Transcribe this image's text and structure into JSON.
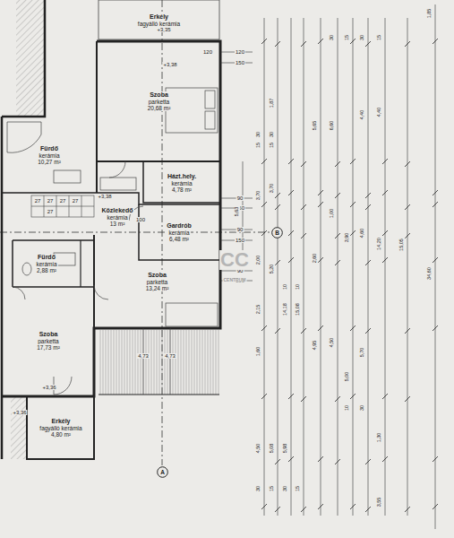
{
  "diagram": {
    "nodes": [
      {
        "text": [
          "Erkély",
          "fagyálló kerámia"
        ]
      },
      {
        "text": [
          "Szoba",
          "parketta",
          "20,68 m²"
        ]
      },
      {
        "text": [
          "Fürdő",
          "kerámia",
          "10,27 m²"
        ]
      },
      {
        "text": [
          "Házt.hely.",
          "kerámia",
          "4,78 m²"
        ]
      },
      {
        "text": [
          "Közlekedő",
          "kerámia",
          "13 m²"
        ]
      },
      {
        "text": [
          "Gardrób",
          "kerámia",
          "6,48 m²"
        ]
      },
      {
        "text": [
          "Fürdő",
          "kerámia",
          "2,88 m²"
        ]
      },
      {
        "text": [
          "Szoba",
          "parketta",
          "13,24 m²"
        ]
      },
      {
        "text": [
          "Szoba",
          "parketta",
          "17,73 m²"
        ]
      },
      {
        "text": [
          "Erkély",
          "fagyálló kerámia",
          "4,80 m²"
        ]
      },
      {
        "text": [
          "B"
        ]
      },
      {
        "text": [
          "A"
        ]
      }
    ],
    "labels": [
      "+3,35",
      "+3,38",
      "120",
      "120",
      "150",
      "90",
      "150",
      "90",
      "150",
      "90",
      "150",
      "+3,38",
      "100",
      "27",
      "27",
      "27",
      "27",
      "27",
      "4,73",
      "4,73",
      "+3,36",
      "+3,36",
      "5,63",
      "3,70",
      "2,00",
      "2,15",
      "1,60",
      "4,50",
      "1,87",
      "3,70",
      "5,20",
      "5,08",
      "14,18",
      "5,98",
      "15,08",
      "5,65",
      "2,60",
      "4,95",
      "6,60",
      "1,00",
      "4,50",
      "3,90",
      "5,00",
      "4,40",
      "4,60",
      "5,70",
      "4,40",
      "14,20",
      "1,30",
      "3,55",
      "15,05",
      "34,60",
      "1,85",
      "30",
      "15",
      "30",
      "15",
      "10",
      "10",
      "30",
      "15",
      "30",
      "15",
      "30",
      "15",
      "30",
      "15",
      "10",
      "30",
      "CC",
      "CENTRUM"
    ]
  }
}
